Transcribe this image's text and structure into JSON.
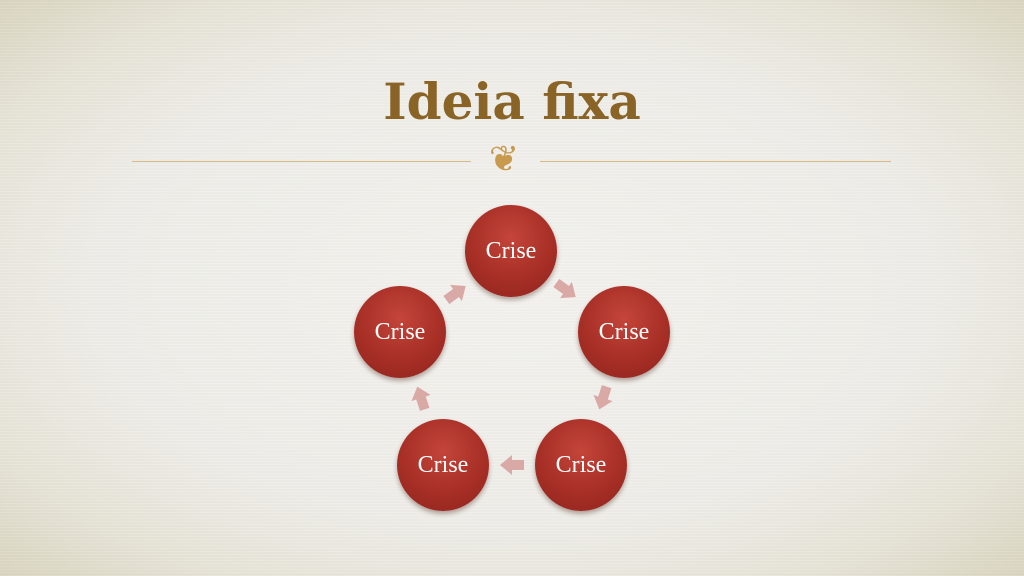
{
  "slide": {
    "title": "Ideia fixa",
    "ornament_glyph": "❦"
  },
  "cycle": {
    "nodes": [
      {
        "label": "Crise"
      },
      {
        "label": "Crise"
      },
      {
        "label": "Crise"
      },
      {
        "label": "Crise"
      },
      {
        "label": "Crise"
      }
    ]
  },
  "colors": {
    "title": "#8a6426",
    "accent_line": "#d8bb86",
    "node_fill": "#a72f26",
    "node_text": "#ffffff",
    "arrow_fill": "#d9a9a6"
  }
}
